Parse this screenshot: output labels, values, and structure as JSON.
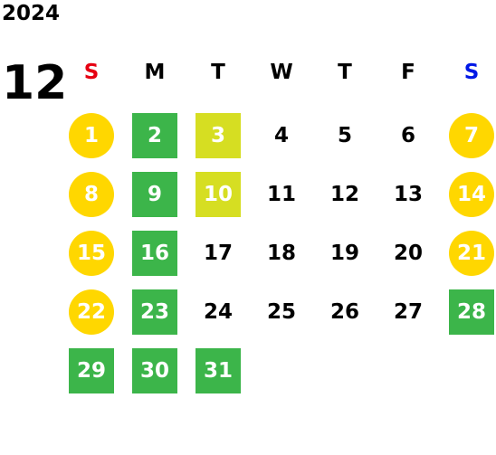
{
  "year": "2024",
  "month": "12",
  "colors": {
    "sunday_header": "#e60012",
    "saturday_header": "#0018e6",
    "weekday_header": "#000000",
    "circle": "#ffd700",
    "green": "#3cb54a",
    "lime": "#d6de22"
  },
  "weekdays": [
    "S",
    "M",
    "T",
    "W",
    "T",
    "F",
    "S"
  ],
  "weeks": [
    [
      {
        "day": "1",
        "style": "circle"
      },
      {
        "day": "2",
        "style": "green"
      },
      {
        "day": "3",
        "style": "lime"
      },
      {
        "day": "4",
        "style": "plain"
      },
      {
        "day": "5",
        "style": "plain"
      },
      {
        "day": "6",
        "style": "plain"
      },
      {
        "day": "7",
        "style": "circle"
      }
    ],
    [
      {
        "day": "8",
        "style": "circle"
      },
      {
        "day": "9",
        "style": "green"
      },
      {
        "day": "10",
        "style": "lime"
      },
      {
        "day": "11",
        "style": "plain"
      },
      {
        "day": "12",
        "style": "plain"
      },
      {
        "day": "13",
        "style": "plain"
      },
      {
        "day": "14",
        "style": "circle"
      }
    ],
    [
      {
        "day": "15",
        "style": "circle"
      },
      {
        "day": "16",
        "style": "green"
      },
      {
        "day": "17",
        "style": "plain"
      },
      {
        "day": "18",
        "style": "plain"
      },
      {
        "day": "19",
        "style": "plain"
      },
      {
        "day": "20",
        "style": "plain"
      },
      {
        "day": "21",
        "style": "circle"
      }
    ],
    [
      {
        "day": "22",
        "style": "circle"
      },
      {
        "day": "23",
        "style": "green"
      },
      {
        "day": "24",
        "style": "plain"
      },
      {
        "day": "25",
        "style": "plain"
      },
      {
        "day": "26",
        "style": "plain"
      },
      {
        "day": "27",
        "style": "plain"
      },
      {
        "day": "28",
        "style": "green"
      }
    ],
    [
      {
        "day": "29",
        "style": "green"
      },
      {
        "day": "30",
        "style": "green"
      },
      {
        "day": "31",
        "style": "green"
      }
    ]
  ]
}
